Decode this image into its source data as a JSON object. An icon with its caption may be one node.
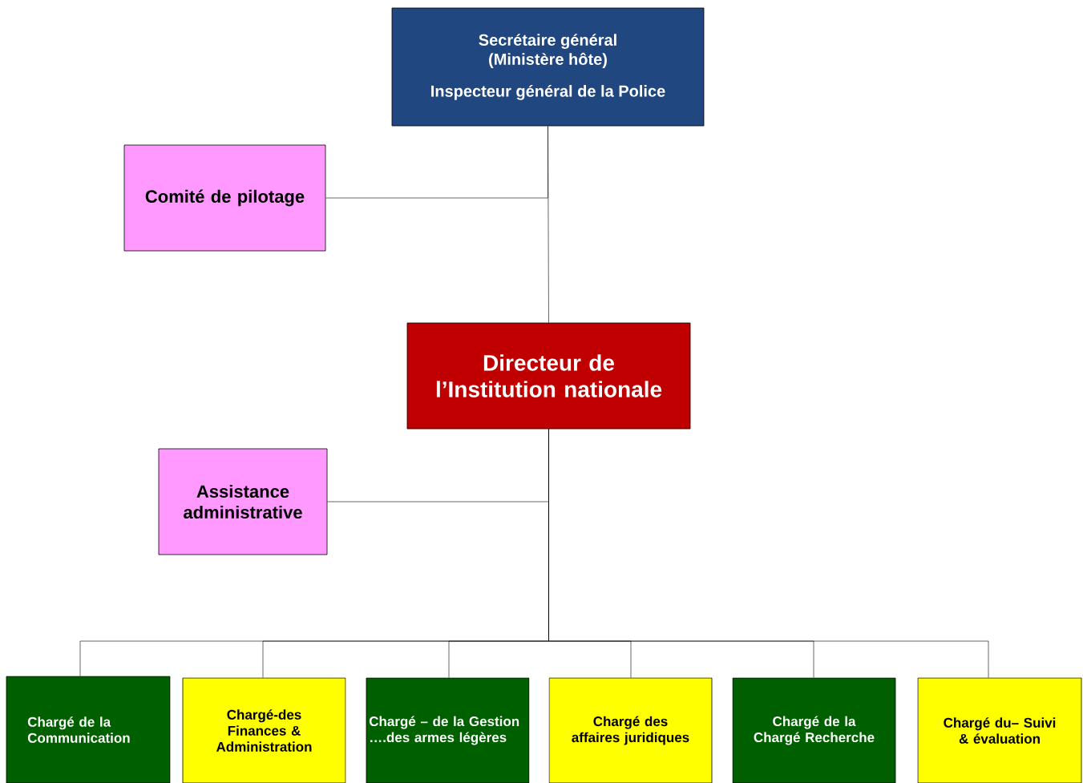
{
  "diagram": {
    "nodes": [
      {
        "text": [
          "Secrétaire général (Ministère hôte)",
          "Inspecteur général de la Police"
        ]
      },
      {
        "text": [
          "Comité de pilotage"
        ]
      },
      {
        "text": [
          "Directeur de l’Institution nationale"
        ]
      },
      {
        "text": [
          "Assistance administrative"
        ]
      },
      {
        "text": [
          "Chargé de la Communication"
        ]
      },
      {
        "text": [
          "Chargé-des Finances & Administration"
        ]
      },
      {
        "text": [
          "Chargé – de la Gestion ….des armes légères"
        ]
      },
      {
        "text": [
          "Chargé des affaires juridiques"
        ]
      },
      {
        "text": [
          "Chargé de la Chargé Recherche"
        ]
      },
      {
        "text": [
          "Chargé  du– Suivi & évaluation"
        ]
      }
    ],
    "edges": [
      {
        "from": 0,
        "to": 2,
        "arrow": "none"
      },
      {
        "from": 0,
        "to": 1,
        "arrow": "none"
      },
      {
        "from": 2,
        "to": 3,
        "arrow": "none"
      },
      {
        "from": 2,
        "to": 4,
        "arrow": "none"
      },
      {
        "from": 2,
        "to": 5,
        "arrow": "none"
      },
      {
        "from": 2,
        "to": 6,
        "arrow": "none"
      },
      {
        "from": 2,
        "to": 7,
        "arrow": "none"
      },
      {
        "from": 2,
        "to": 8,
        "arrow": "none"
      },
      {
        "from": 2,
        "to": 9,
        "arrow": "none"
      }
    ]
  }
}
